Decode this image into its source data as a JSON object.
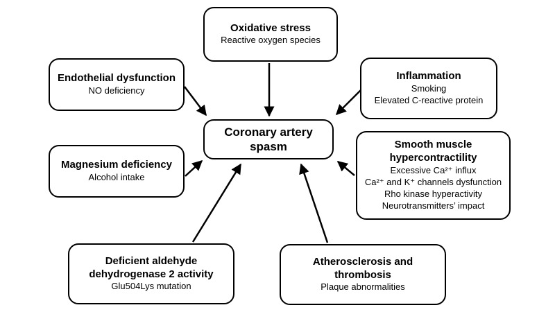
{
  "diagram": {
    "center": {
      "title": "Coronary artery spasm"
    },
    "nodes": {
      "oxidative": {
        "title": "Oxidative stress",
        "lines": [
          "Reactive oxygen species"
        ]
      },
      "endothelial": {
        "title": "Endothelial dysfunction",
        "lines": [
          "NO deficiency"
        ]
      },
      "inflammation": {
        "title": "Inflammation",
        "lines": [
          "Smoking",
          "Elevated C-reactive protein"
        ]
      },
      "magnesium": {
        "title": "Magnesium deficiency",
        "lines": [
          "Alcohol intake"
        ]
      },
      "smooth_muscle": {
        "title": "Smooth muscle hypercontractility",
        "lines": [
          "Excessive Ca²⁺ influx",
          "Ca²⁺ and K⁺ channels dysfunction",
          "Rho kinase hyperactivity",
          "Neurotransmitters’ impact"
        ]
      },
      "aldehyde": {
        "title": "Deficient aldehyde dehydrogenase 2 activity",
        "lines": [
          "Glu504Lys mutation"
        ]
      },
      "atherosclerosis": {
        "title": "Atherosclerosis and thrombosis",
        "lines": [
          "Plaque abnormalities"
        ]
      }
    },
    "colors": {
      "stroke": "#000000",
      "background": "#ffffff",
      "text": "#000000"
    }
  }
}
